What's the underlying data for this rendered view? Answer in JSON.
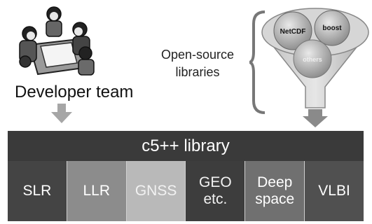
{
  "developer": {
    "label": "Developer team",
    "illustration": "developer-team-illustration"
  },
  "sources": {
    "label_lines": [
      "Open-source",
      "libraries"
    ],
    "bubbles": [
      "NetCDF",
      "boost",
      "others"
    ]
  },
  "library": {
    "title": "c5++ library",
    "modules": [
      {
        "key": "slr",
        "label": "SLR"
      },
      {
        "key": "llr",
        "label": "LLR"
      },
      {
        "key": "gnss",
        "label": "GNSS"
      },
      {
        "key": "geo",
        "label": "GEO\netc."
      },
      {
        "key": "deep",
        "label": "Deep\nspace"
      },
      {
        "key": "vlbi",
        "label": "VLBI"
      }
    ]
  },
  "icons": [
    "down-arrow-icon",
    "brace-icon",
    "funnel-icon"
  ]
}
